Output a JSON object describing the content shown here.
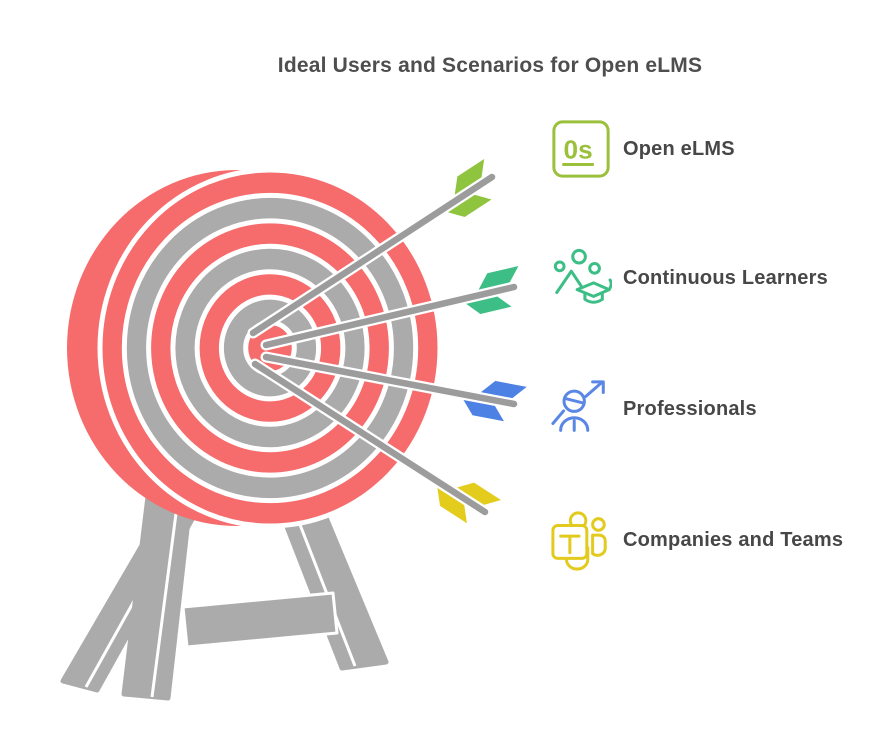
{
  "title": "Ideal Users and Scenarios for Open eLMS",
  "palette": {
    "bg": "#FFFFFF",
    "target-red": "#F66B6B",
    "target-gray": "#ABABAB",
    "shaft-gray": "#9C9C9C",
    "title-color": "#4E4E4E",
    "label-color": "#474747"
  },
  "legend": {
    "items": [
      {
        "label": "Open eLMS",
        "icon": "open-elms-logo-icon",
        "color": "#9BC13C",
        "glyph": "0s"
      },
      {
        "label": "Continuous Learners",
        "icon": "continuous-learners-icon",
        "color": "#3CBE86"
      },
      {
        "label": "Professionals",
        "icon": "professionals-growth-icon",
        "color": "#5A87E6"
      },
      {
        "label": "Companies and Teams",
        "icon": "companies-teams-icon",
        "color": "#E2CB1E"
      }
    ]
  },
  "target": {
    "description": "Archery target on a wooden stand with four arrows in the bullseye",
    "arrows": [
      {
        "name": "arrow-open-elms",
        "fletching_color": "#8FC43F"
      },
      {
        "name": "arrow-continuous-learners",
        "fletching_color": "#3CBE86"
      },
      {
        "name": "arrow-professionals",
        "fletching_color": "#4D82E4"
      },
      {
        "name": "arrow-companies-teams",
        "fletching_color": "#E3CC1C"
      }
    ]
  }
}
